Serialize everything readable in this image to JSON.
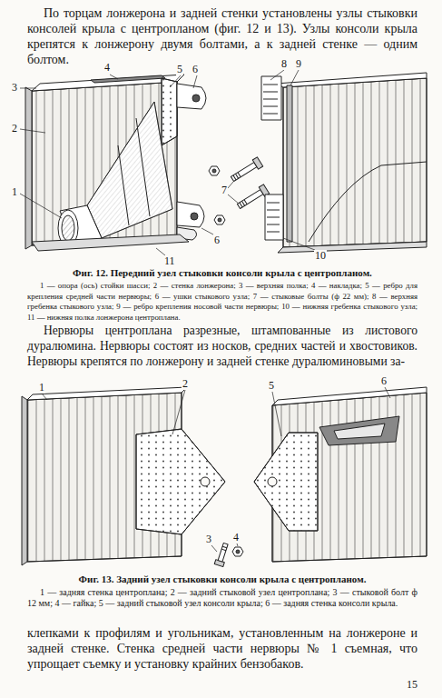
{
  "diagram": {
    "labels": [
      "По торцам лонжерона и задней стенки установлены узлы стыковки консолей крыла с центропланом (фиг. 12 и 13). Узлы консоли крыла крепятся к лонжерону двумя болтами, а к задней стенке — одним болтом.",
      "4",
      "5",
      "6",
      "3",
      "2",
      "1",
      "6",
      "11",
      "8",
      "9",
      "7",
      "10",
      "Фиг. 12. Передний узел стыковки консоли крыла с центропланом.",
      "1 — опора (ось) стойки шасси; 2 — стенка лонжерона; 3 — верхняя полка; 4 — накладка; 5 — ребро для крепления средней части нервюры; 6 — ушки стыкового узла; 7 — стыковые болты (ф 22 мм); 8 — верхняя гребенка стыкового узла; 9 — ребро крепления носовой части нервюры; 10 — нижняя гребенка стыкового узла; 11 — нижняя полка лонжерона центроплана.",
      "Нервюры центроплана разрезные, штампованные из листового дуралюмина. Нервюры состоят из носков, средних частей и хвостовиков. Нервюры крепятся по лонжерону и задней стенке дуралюминовыми за-",
      "1",
      "2",
      "5",
      "6",
      "3",
      "4",
      "Фиг. 13. Задний узел стыковки консоли крыла с центропланом.",
      "1 — задняя стенка центроплана; 2 — задний стыковой узел центроплана; 3 — стыковой болт ф 12 мм; 4 — гайка; 5 — задний стыковой узел консоли крыла; 6 — задняя стенка консоли крыла.",
      "клепками к профилям и угольникам, установленным на лонжероне и задней стенке. Стенка средней части нервюры № 1 съемная, что упрощает съемку и установку крайних бензобаков.",
      "15"
    ]
  }
}
